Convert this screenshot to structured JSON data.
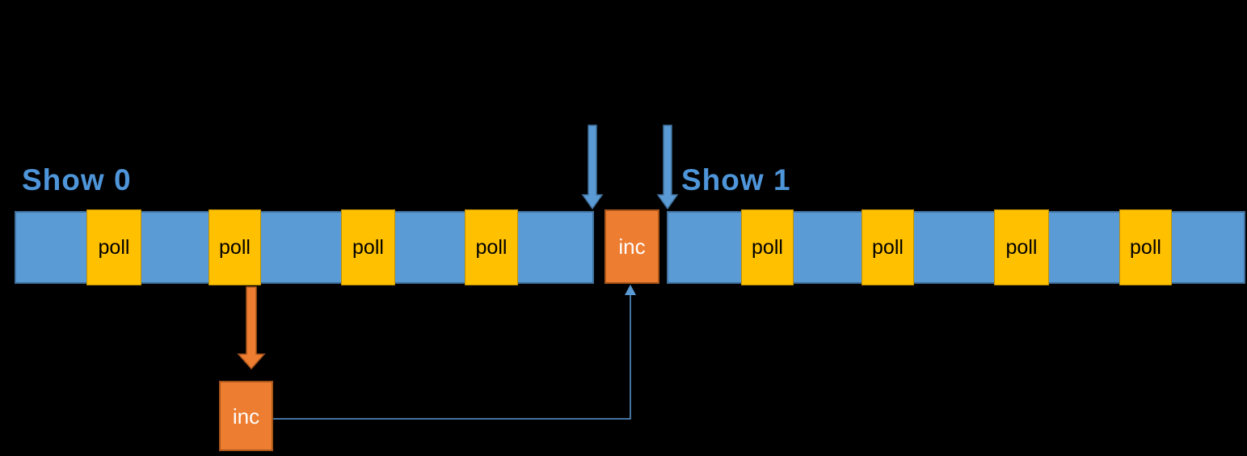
{
  "colors": {
    "background": "#000000",
    "bar-blue": "#5B9BD5",
    "bar-blue-border": "#41719C",
    "poll-yellow": "#FFC000",
    "poll-yellow-border": "#BF9000",
    "inc-orange": "#ED7D31",
    "inc-orange-border": "#A9561A",
    "label-blue": "#4E95D9",
    "connector-blue": "#5B9BD5"
  },
  "annotations": {
    "show0": "Show 0",
    "show1": "Show 1"
  },
  "timeline": {
    "left_polls": [
      "poll",
      "poll",
      "poll",
      "poll"
    ],
    "inc": "inc",
    "right_polls": [
      "poll",
      "poll",
      "poll",
      "poll"
    ]
  },
  "callout": {
    "inc": "inc"
  }
}
